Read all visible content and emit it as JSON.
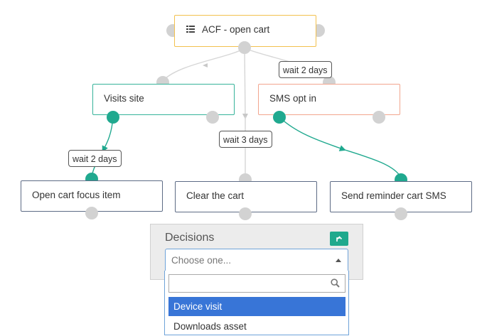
{
  "nodes": {
    "source": {
      "label": "ACF - open cart",
      "icon": "list-icon"
    },
    "visits_site": {
      "label": "Visits site"
    },
    "sms_opt_in": {
      "label": "SMS opt in"
    },
    "open_cart_focus": {
      "label": "Open cart focus item"
    },
    "clear_cart": {
      "label": "Clear the cart"
    },
    "send_reminder": {
      "label": "Send reminder cart SMS"
    }
  },
  "wait_labels": {
    "sms": "wait 2 days",
    "clear": "wait 3 days",
    "focus": "wait 2 days"
  },
  "colors": {
    "accent": "#20a98f",
    "port_inactive": "#d2d2d2",
    "source_border": "#f2c14e",
    "sms_border": "#f2a58e",
    "selected_option": "#3875d7"
  },
  "decisions": {
    "title": "Decisions",
    "select_placeholder": "Choose one...",
    "search_placeholder": "",
    "options": [
      {
        "label": "Device visit",
        "selected": true
      },
      {
        "label": "Downloads asset",
        "selected": false
      }
    ]
  }
}
